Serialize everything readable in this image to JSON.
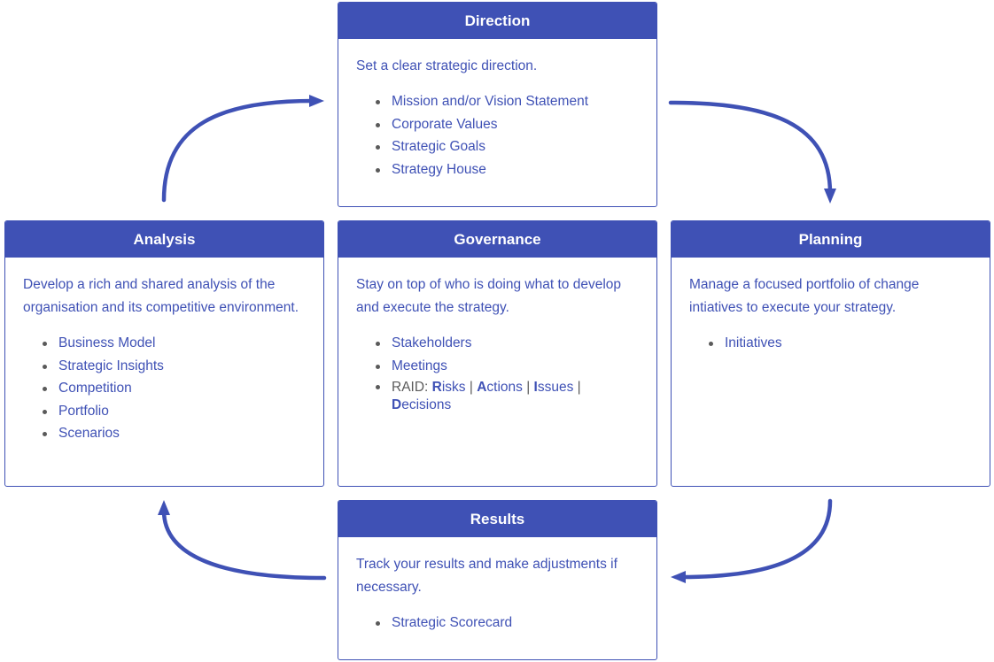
{
  "colors": {
    "accent": "#3f51b5",
    "header_text": "#ffffff",
    "bullet": "#5a5a5a"
  },
  "direction": {
    "title": "Direction",
    "description": "Set a clear strategic direction.",
    "items": [
      "Mission and/or Vision Statement",
      "Corporate Values",
      "Strategic Goals",
      "Strategy House"
    ]
  },
  "analysis": {
    "title": "Analysis",
    "description": "Develop a rich and shared analysis of the organisation and its competitive environment.",
    "items": [
      "Business Model",
      "Strategic Insights",
      "Competition",
      "Portfolio",
      "Scenarios"
    ]
  },
  "governance": {
    "title": "Governance",
    "description": "Stay on top of who is doing what to develop and execute the strategy.",
    "items": [
      "Stakeholders",
      "Meetings"
    ],
    "raid": {
      "prefix": "RAID: ",
      "separator": " | ",
      "parts": [
        {
          "initial": "R",
          "rest": "isks"
        },
        {
          "initial": "A",
          "rest": "ctions"
        },
        {
          "initial": "I",
          "rest": "ssues"
        },
        {
          "initial": "D",
          "rest": "ecisions"
        }
      ]
    }
  },
  "planning": {
    "title": "Planning",
    "description": "Manage a focused portfolio of change intiatives to execute your strategy.",
    "items": [
      "Initiatives"
    ]
  },
  "results": {
    "title": "Results",
    "description": "Track your results and make adjustments if necessary.",
    "items": [
      "Strategic Scorecard"
    ]
  }
}
